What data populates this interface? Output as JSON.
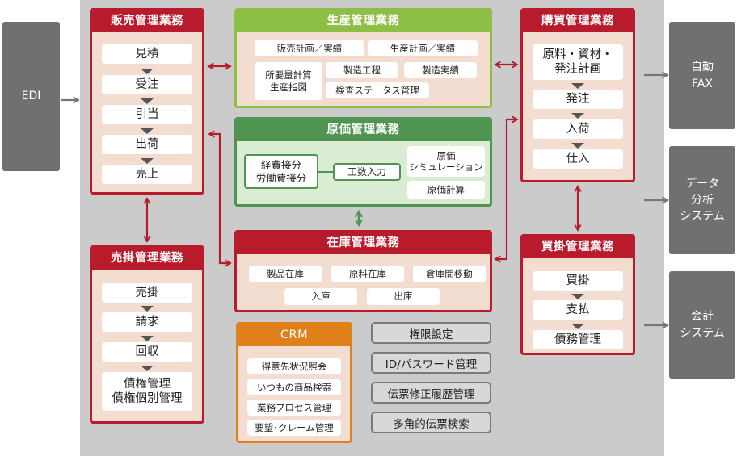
{
  "external": {
    "edi": "EDI",
    "fax": "自動\nFAX",
    "data_analysis": "データ\n分析\nシステム",
    "accounting": "会計\nシステム"
  },
  "sales": {
    "title": "販売管理業務",
    "steps": [
      "見積",
      "受注",
      "引当",
      "出荷",
      "売上"
    ]
  },
  "production": {
    "title": "生産管理業務",
    "items": [
      "販売計画／実績",
      "生産計画／実績",
      "所要量計算\n生産指図",
      "製造工程",
      "製造実績",
      "検査ステータス管理"
    ]
  },
  "purchasing": {
    "title": "購買管理業務",
    "steps": [
      "原料・資材・\n発注計画",
      "発注",
      "入荷",
      "仕入"
    ]
  },
  "cost": {
    "title": "原価管理業務",
    "items": [
      "経費接分\n労働費接分",
      "工数入力",
      "原価\nシミュレーション",
      "原価計算"
    ]
  },
  "receivables": {
    "title": "売掛管理業務",
    "steps": [
      "売掛",
      "請求",
      "回収",
      "債権管理\n債権個別管理"
    ]
  },
  "inventory": {
    "title": "在庫管理業務",
    "items": [
      "製品在庫",
      "原料在庫",
      "倉庫間移動",
      "入庫",
      "出庫"
    ]
  },
  "payables": {
    "title": "買掛管理業務",
    "steps": [
      "買掛",
      "支払",
      "債務管理"
    ]
  },
  "crm": {
    "title": "CRM",
    "items": [
      "得意先状況照会",
      "いつもの商品検索",
      "業務プロセス管理",
      "要望･クレーム管理"
    ]
  },
  "common": {
    "items": [
      "権限設定",
      "ID/パスワード管理",
      "伝票修正履歴管理",
      "多角的伝票検索"
    ]
  },
  "colors": {
    "red": "#b81c2c",
    "light_green": "#8dbf47",
    "dark_green": "#4f9551",
    "orange": "#e0801a",
    "external_gray": "#707070"
  }
}
